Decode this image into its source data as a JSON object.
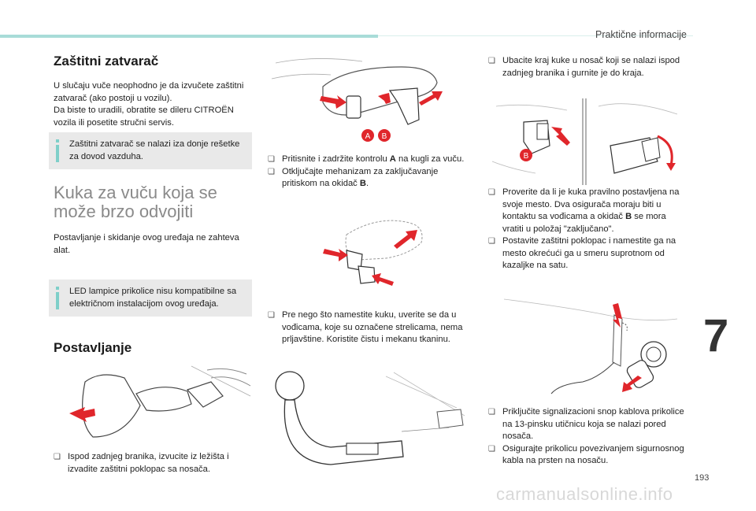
{
  "header": {
    "section": "Praktične informacije"
  },
  "chapter": "7",
  "page_number": "193",
  "watermark": "carmanualsonline.info",
  "left": {
    "title_zastitni": "Zaštitni zatvarač",
    "para1": "U slučaju vuče neophodno je da izvučete zaštitni zatvarač (ako postoji u vozilu).",
    "para2": "Da biste to uradili, obratite se dileru CITROËN vozila ili posetite stručni servis.",
    "note1": "Zaštitni zatvarač se nalazi iza donje rešetke za dovod vazduha.",
    "title_kuka_1": "Kuka za vuču koja se",
    "title_kuka_2": "može brzo odvojiti",
    "para3": "Postavljanje i skidanje ovog uređaja ne zahteva alat.",
    "note2": "LED lampice prikolice nisu kompatibilne sa električnom instalacijom ovog uređaja.",
    "title_postavljanje": "Postavljanje",
    "bullet_ispod": "Ispod zadnjeg branika, izvucite iz ležišta i izvadite zaštitni poklopac sa nosača."
  },
  "middle": {
    "label_a": "A",
    "label_b": "B",
    "b1_pre": "Pritisnite i zadržite kontrolu ",
    "b1_bold": "A",
    "b1_post": " na kugli za vuču.",
    "b2_pre": "Otključajte mehanizam za zaključavanje pritiskom na okidač ",
    "b2_bold": "B",
    "b2_post": ".",
    "b3": "Pre nego što namestite kuku, uverite se da u vođicama, koje su označene strelicama, nema prljavštine. Koristite čistu i mekanu tkaninu."
  },
  "right": {
    "b1": "Ubacite kraj kuke u nosač koji se nalazi ispod zadnjeg branika i gurnite je do kraja.",
    "label_b": "B",
    "b2_pre": "Proverite da li je kuka pravilno postavljena na svoje mesto. Dva osigurača moraju biti u kontaktu sa vođicama a okidač ",
    "b2_bold": "B",
    "b2_post": " se mora vratiti u položaj \"zaključano\".",
    "b3": "Postavite zaštitni poklopac i namestite ga na mesto okrećući ga u smeru suprotnom od kazaljke na satu.",
    "b4": "Priključite signalizacioni snop kablova prikolice na 13-pinsku utičnicu koja se nalazi pored nosača.",
    "b5": "Osigurajte prikolicu povezivanjem sigurnosnog kabla na prsten na nosaču."
  },
  "colors": {
    "accent": "#7fcfc9",
    "arrow": "#e0262b",
    "note_bg": "#e9e9e9"
  }
}
